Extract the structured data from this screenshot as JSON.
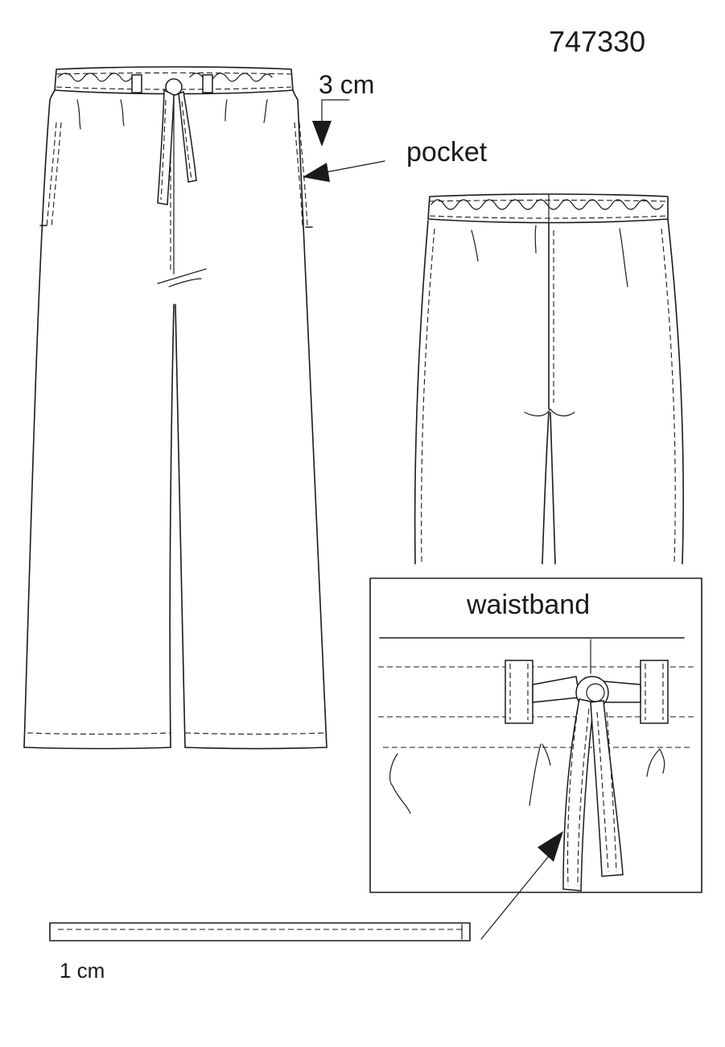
{
  "article_number": "747330",
  "labels": {
    "waistband_height": "3 cm",
    "pocket": "pocket",
    "waistband_detail": "waistband",
    "tie_width": "1 cm"
  },
  "colors": {
    "line": "#1a1a1a",
    "paper": "#ffffff"
  }
}
